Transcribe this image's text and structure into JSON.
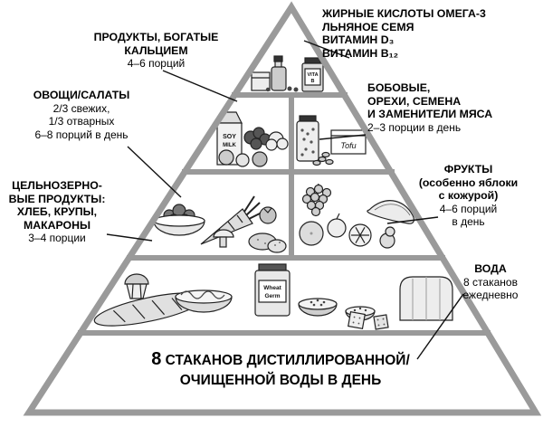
{
  "labels": {
    "omega3": {
      "lines": [
        "ЖИРНЫЕ КИСЛОТЫ ОМЕГА-3",
        "ЛЬНЯНОЕ СЕМЯ",
        "ВИТАМИН D₃",
        "ВИТАМИН B₁₂"
      ]
    },
    "calcium": {
      "heading": [
        "ПРОДУКТЫ, БОГАТЫЕ",
        "КАЛЬЦИЕМ"
      ],
      "detail": [
        "4–6 порций"
      ]
    },
    "legumes": {
      "heading": [
        "БОБОВЫЕ,",
        "ОРЕХИ, СЕМЕНА",
        "И ЗАМЕНИТЕЛИ МЯСА"
      ],
      "detail": [
        "2–3 порции в день"
      ]
    },
    "vegetables": {
      "heading": [
        "ОВОЩИ/САЛАТЫ"
      ],
      "detail": [
        "2/3 свежих,",
        "1/3 отварных",
        "6–8 порций в день"
      ]
    },
    "fruits": {
      "heading": [
        "ФРУКТЫ",
        "(особенно яблоки",
        "с кожурой)"
      ],
      "detail": [
        "4–6 порций",
        "в день"
      ]
    },
    "grains": {
      "heading": [
        "ЦЕЛЬНОЗЕРНО-",
        "ВЫЕ ПРОДУКТЫ:",
        "ХЛЕБ, КРУПЫ,",
        "МАКАРОНЫ"
      ],
      "detail": [
        "3–4 порции"
      ]
    },
    "water": {
      "heading": [
        "ВОДА"
      ],
      "detail": [
        "8 стаканов",
        "ежедневно"
      ]
    }
  },
  "base_caption": {
    "number": "8",
    "line1_rest": "СТАКАНОВ ДИСТИЛЛИРОВАННОЙ/",
    "line2": "ОЧИЩЕННОЙ ВОДЫ В ДЕНЬ"
  },
  "illustration_text": {
    "vita1": "VITA",
    "vita2": "B",
    "soy1": "SOY",
    "soy2": "MILK",
    "tofu": "Tofu",
    "wheat1": "Wheat",
    "wheat2": "Germ"
  },
  "colors": {
    "pyramid_outline": "#9a9a9a",
    "leader_line": "#111111",
    "ink": "#000000"
  },
  "tiers": [
    {
      "name": "supplements",
      "icons": [
        "supplement-box-icon",
        "oil-bottle-icon",
        "vitamin-jar-icon",
        "seeds-icon"
      ]
    },
    {
      "name": "calcium-foods",
      "icons": [
        "soy-milk-carton-icon",
        "leafy-greens-icon",
        "cauliflower-icon",
        "round-vegetables-icon"
      ]
    },
    {
      "name": "legumes-nuts-seeds",
      "icons": [
        "bean-jar-icon",
        "tofu-box-icon",
        "nuts-icon"
      ]
    },
    {
      "name": "vegetables",
      "icons": [
        "salad-bowl-icon",
        "carrot-icon",
        "mushroom-icon",
        "tomato-icon",
        "potatoes-icon"
      ]
    },
    {
      "name": "fruits",
      "icons": [
        "grapes-icon",
        "orange-icon",
        "apple-icon",
        "citrus-half-icon",
        "banana-icon",
        "pear-icon"
      ]
    },
    {
      "name": "grains",
      "icons": [
        "baguette-icon",
        "muffin-icon",
        "pasta-bowl-icon",
        "wheat-germ-jar-icon",
        "cereal-bowl-icon",
        "crackers-icon",
        "bread-loaf-icon"
      ]
    }
  ]
}
